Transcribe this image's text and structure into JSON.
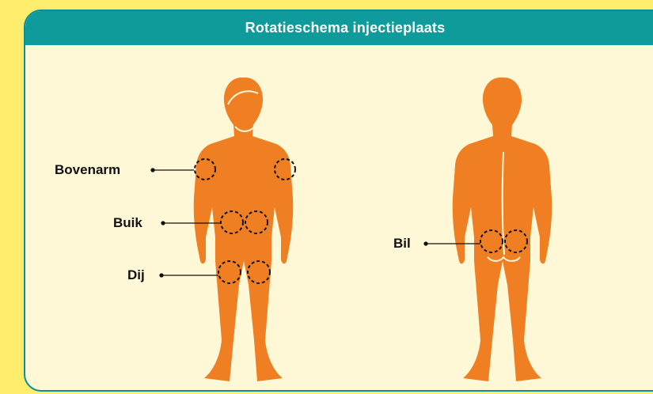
{
  "header": {
    "title": "Rotatieschema injectieplaats"
  },
  "labels": {
    "upper_arm": "Bovenarm",
    "abdomen": "Buik",
    "thigh": "Dij",
    "buttock": "Bil"
  },
  "colors": {
    "background": "#ffee6e",
    "panel": "#fff8d7",
    "header": "#0f9a9b",
    "body": "#ef7f22",
    "line": "#111111"
  }
}
